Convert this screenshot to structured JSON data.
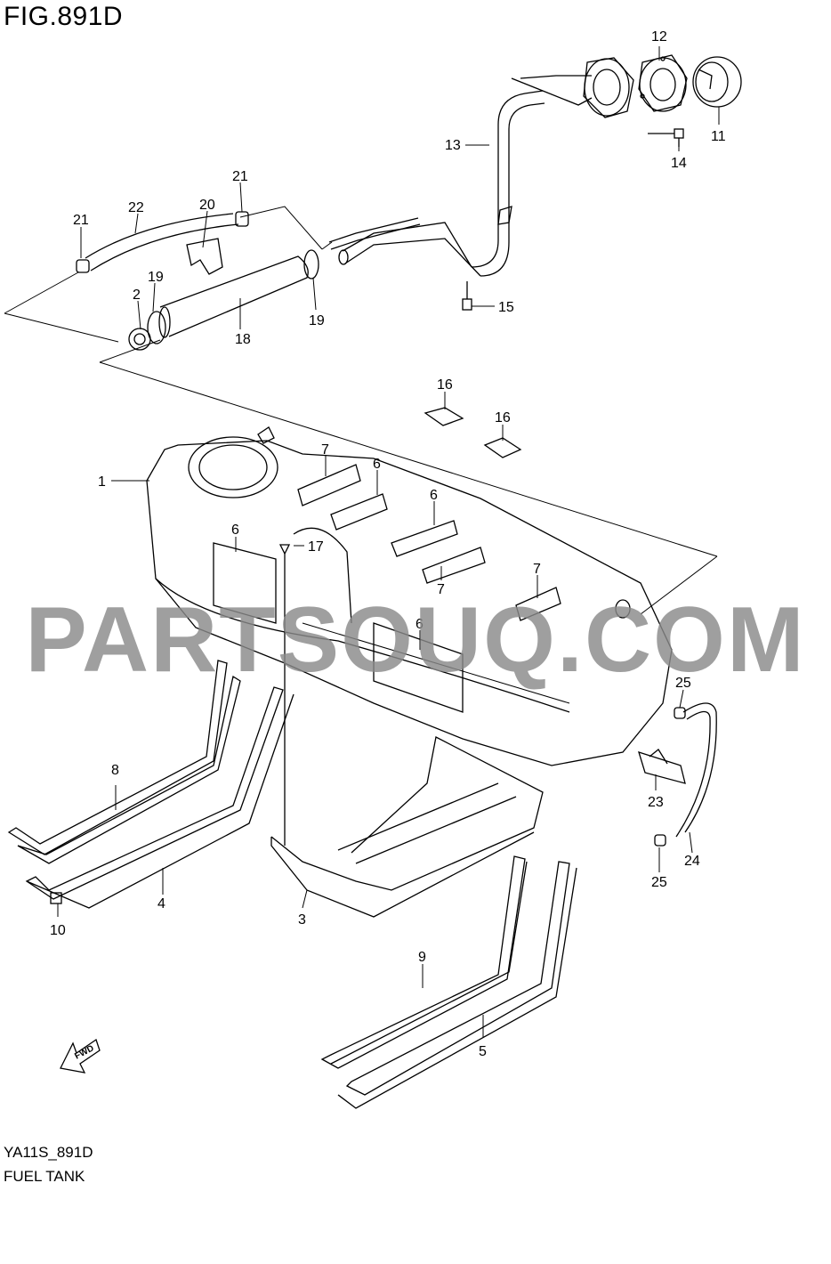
{
  "figure": {
    "title": "FIG.891D",
    "code": "YA11S_891D",
    "name": "FUEL TANK"
  },
  "watermark": "PARTSOUQ.COM",
  "fwd_label": "FWD",
  "callouts": [
    "1",
    "2",
    "3",
    "4",
    "5",
    "6",
    "6",
    "6",
    "6",
    "7",
    "7",
    "7",
    "8",
    "9",
    "10",
    "11",
    "12",
    "13",
    "14",
    "15",
    "16",
    "16",
    "17",
    "18",
    "19",
    "19",
    "20",
    "21",
    "21",
    "22",
    "23",
    "24",
    "25",
    "25"
  ],
  "colors": {
    "line": "#000000",
    "watermark": "#8a8a8a",
    "background": "#ffffff"
  }
}
